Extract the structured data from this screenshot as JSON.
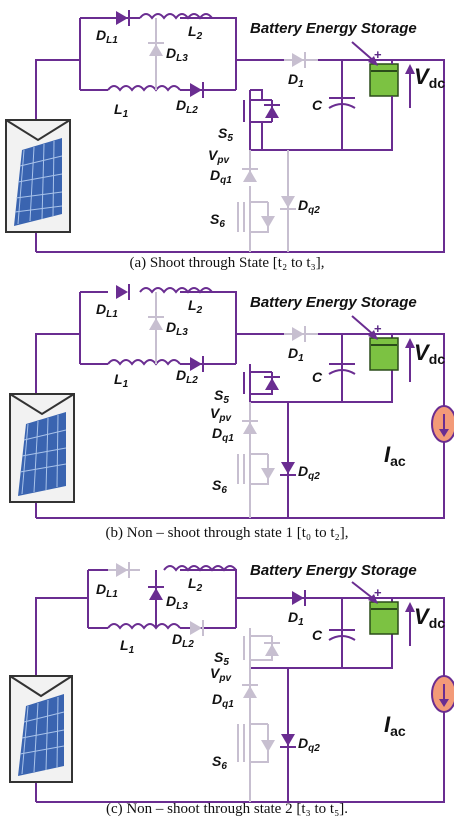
{
  "colors": {
    "wire": "#6a2d91",
    "faded": "#c7bfd0",
    "active": "#5b2a86",
    "battery": "#7cc242",
    "source": "#f39a78",
    "panel": "#3a64b0"
  },
  "labels": {
    "dl1": "D",
    "dl1_sub": "L1",
    "dl2": "D",
    "dl2_sub": "L2",
    "dl3": "D",
    "dl3_sub": "L3",
    "l1": "L",
    "l1_sub": "1",
    "l2": "L",
    "l2_sub": "2",
    "d1": "D",
    "d1_sub": "1",
    "s5": "S",
    "s5_sub": "5",
    "s6": "S",
    "s6_sub": "6",
    "vpv": "V",
    "vpv_sub": "pv",
    "c": "C",
    "dq1": "D",
    "dq1_sub": "q1",
    "dq2": "D",
    "dq2_sub": "q2",
    "vdc": "V",
    "vdc_sub": "dc",
    "iac": "I",
    "iac_sub": "ac",
    "plus": "+",
    "battery_title": "Battery Energy Storage"
  },
  "panels": [
    {
      "caption": "(a) Shoot through State [t₂ to t₃],",
      "has_iac": false
    },
    {
      "caption": "(b) Non – shoot through state 1 [t₀ to t₂],",
      "has_iac": true
    },
    {
      "caption": "(c) Non – shoot through state 2 [t₃ to t₅].",
      "has_iac": true
    }
  ]
}
